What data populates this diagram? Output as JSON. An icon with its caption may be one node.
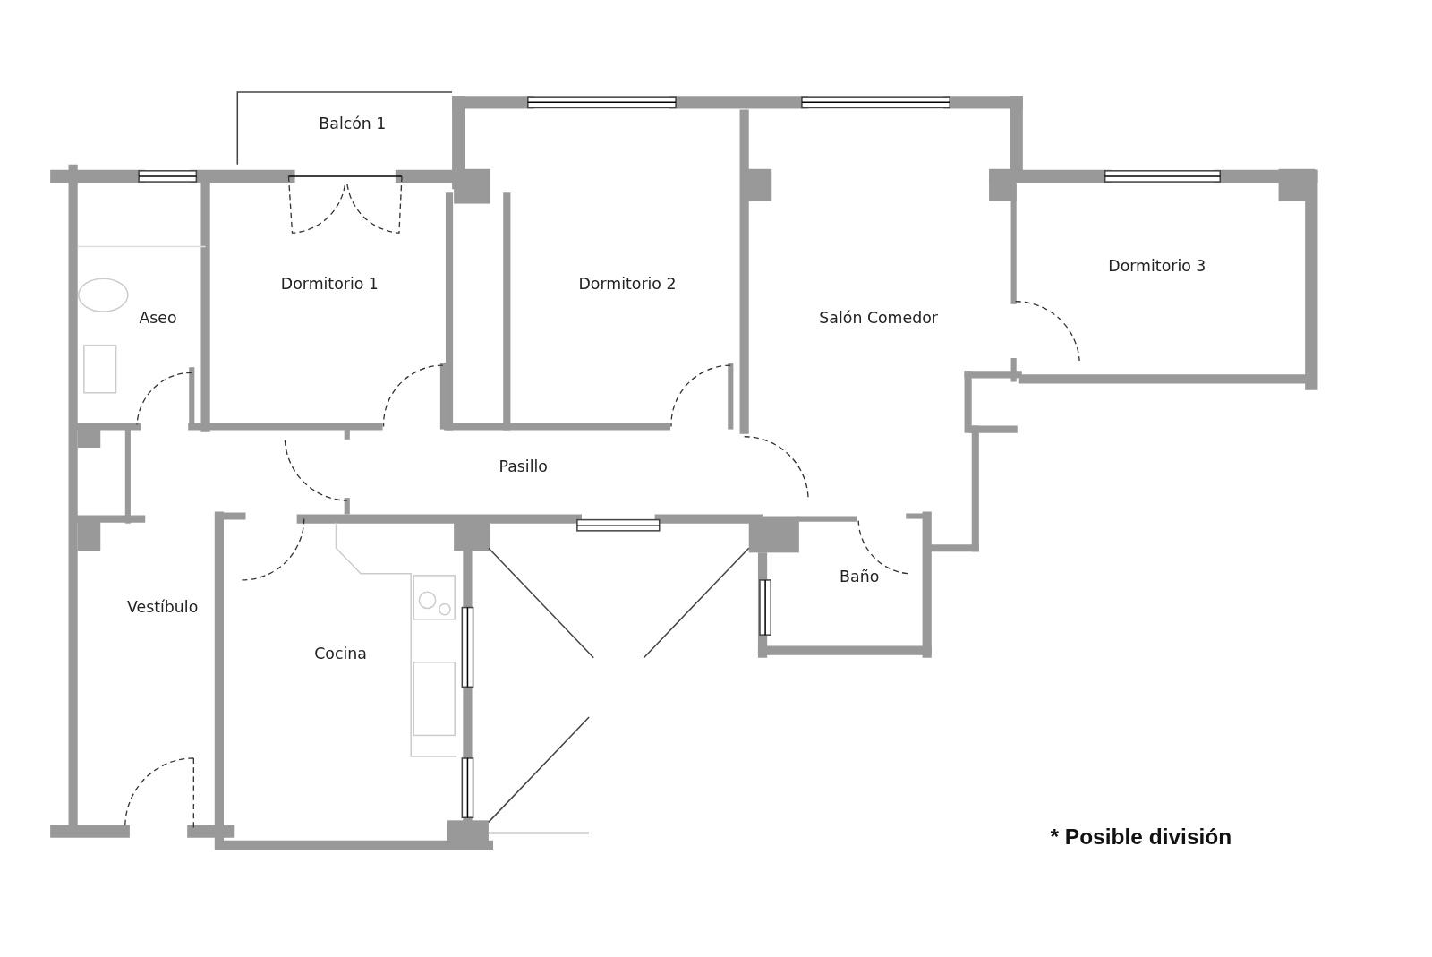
{
  "diagram": {
    "nodes": [
      {
        "text": [
          "Balcón 1"
        ]
      },
      {
        "text": [
          "Dormitorio 1"
        ]
      },
      {
        "text": [
          "Dormitorio 2"
        ]
      },
      {
        "text": [
          "Dormitorio 3"
        ]
      },
      {
        "text": [
          "Aseo"
        ]
      },
      {
        "text": [
          "Salón Comedor"
        ]
      },
      {
        "text": [
          "Pasillo"
        ]
      },
      {
        "text": [
          "Baño"
        ]
      },
      {
        "text": [
          "Vestíbulo"
        ]
      },
      {
        "text": [
          "Cocina"
        ]
      }
    ],
    "labels": [
      "* Posible división"
    ]
  }
}
